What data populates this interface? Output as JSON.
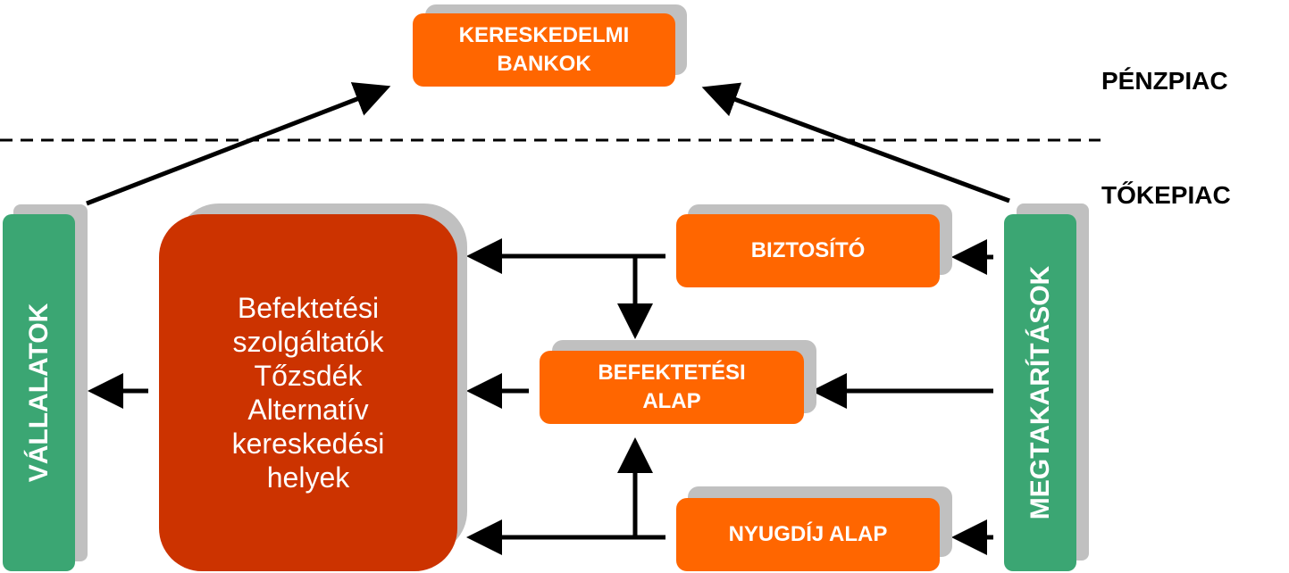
{
  "labels": {
    "money_market": "PÉNZPIAC",
    "capital_market": "TŐKEPIAC"
  },
  "nodes": {
    "commercial_banks": "KERESKEDELMI\nBANKOK",
    "companies": "VÁLLALATOK",
    "savings": "MEGTAKARÍTÁSOK",
    "insurer": "BIZTOSÍTÓ",
    "investment_fund": "BEFEKTETÉSI\nALAP",
    "pension_fund": "NYUGDÍJ ALAP",
    "intermediaries": "Befektetési\nszolgáltatók\nTőzsdék\nAlternatív\nkereskedési\nhelyek"
  },
  "colors": {
    "orange": "#ff6600",
    "green": "#3ba673",
    "dark_red": "#cc3300",
    "shadow": "#c0c0c0"
  }
}
